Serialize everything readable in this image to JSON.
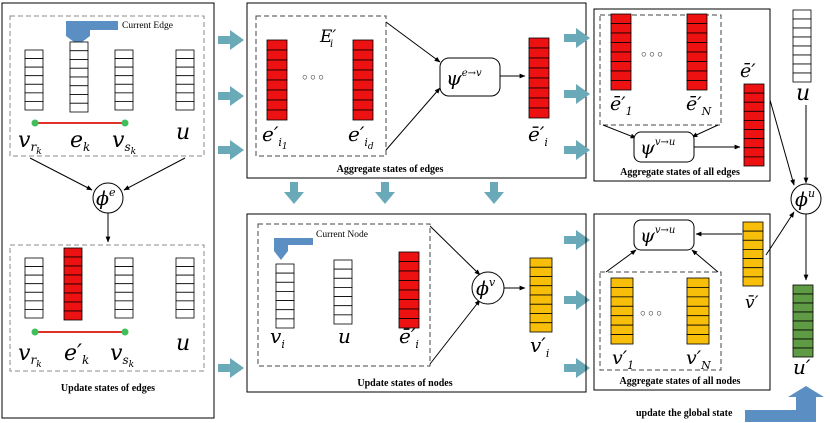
{
  "colors": {
    "edge_red": "#ee1111",
    "node_yellow": "#f7bf0a",
    "global_green": "#5f9a45",
    "teal_arrow": "#6aaab8",
    "blue_arrow": "#5b8fc3",
    "red_link": "#e0312b",
    "green_dot": "#3fbf5a"
  },
  "panels": {
    "update_edges": {
      "caption": "Update states of edges",
      "current_edge_label": "Current Edge",
      "top_labels": [
        "v",
        "e",
        "v",
        "u"
      ],
      "top_label_subs": [
        "r",
        "k",
        "s",
        "k"
      ],
      "bottom_labels": [
        "v",
        "e′",
        "v",
        "u"
      ],
      "phi": "ϕ",
      "phi_sup": "e"
    },
    "aggregate_edges": {
      "caption": "Aggregate states of edges",
      "set_label": "E′",
      "set_sub": "i",
      "left_vec": "e′",
      "left_sub": "i",
      "left_subsub": "1",
      "right_vec": "e′",
      "right_sub": "i",
      "right_subsub": "d",
      "dots": "○ ○ ○",
      "psi": "ψ",
      "psi_sup": "e→v",
      "result": "ē′",
      "result_sub": "i"
    },
    "aggregate_all_edges": {
      "caption": "Aggregate states of all edges",
      "left_vec": "ē′",
      "left_sub": "1",
      "right_vec": "ē′",
      "right_sub": "N",
      "dots": "○ ○ ○",
      "psi": "ψ",
      "psi_sup": "v→u",
      "result": "ē′"
    },
    "update_nodes": {
      "caption": "Update states of nodes",
      "current_node_label": "Current Node",
      "labels": [
        "v",
        "u",
        "ē′"
      ],
      "label_subs": [
        "i",
        "",
        "i"
      ],
      "phi": "ϕ",
      "phi_sup": "v",
      "result": "v′",
      "result_sub": "i"
    },
    "aggregate_all_nodes": {
      "caption": "Aggregate states of all nodes",
      "left_vec": "v′",
      "left_sub": "1",
      "right_vec": "v′",
      "right_sub": "N",
      "dots": "○ ○ ○",
      "psi": "ψ",
      "psi_sup": "v→u",
      "result": "v̄′"
    },
    "global": {
      "u_label": "u",
      "phi": "ϕ",
      "phi_sup": "u",
      "result": "u′",
      "update_global_label": "update the global state"
    }
  }
}
